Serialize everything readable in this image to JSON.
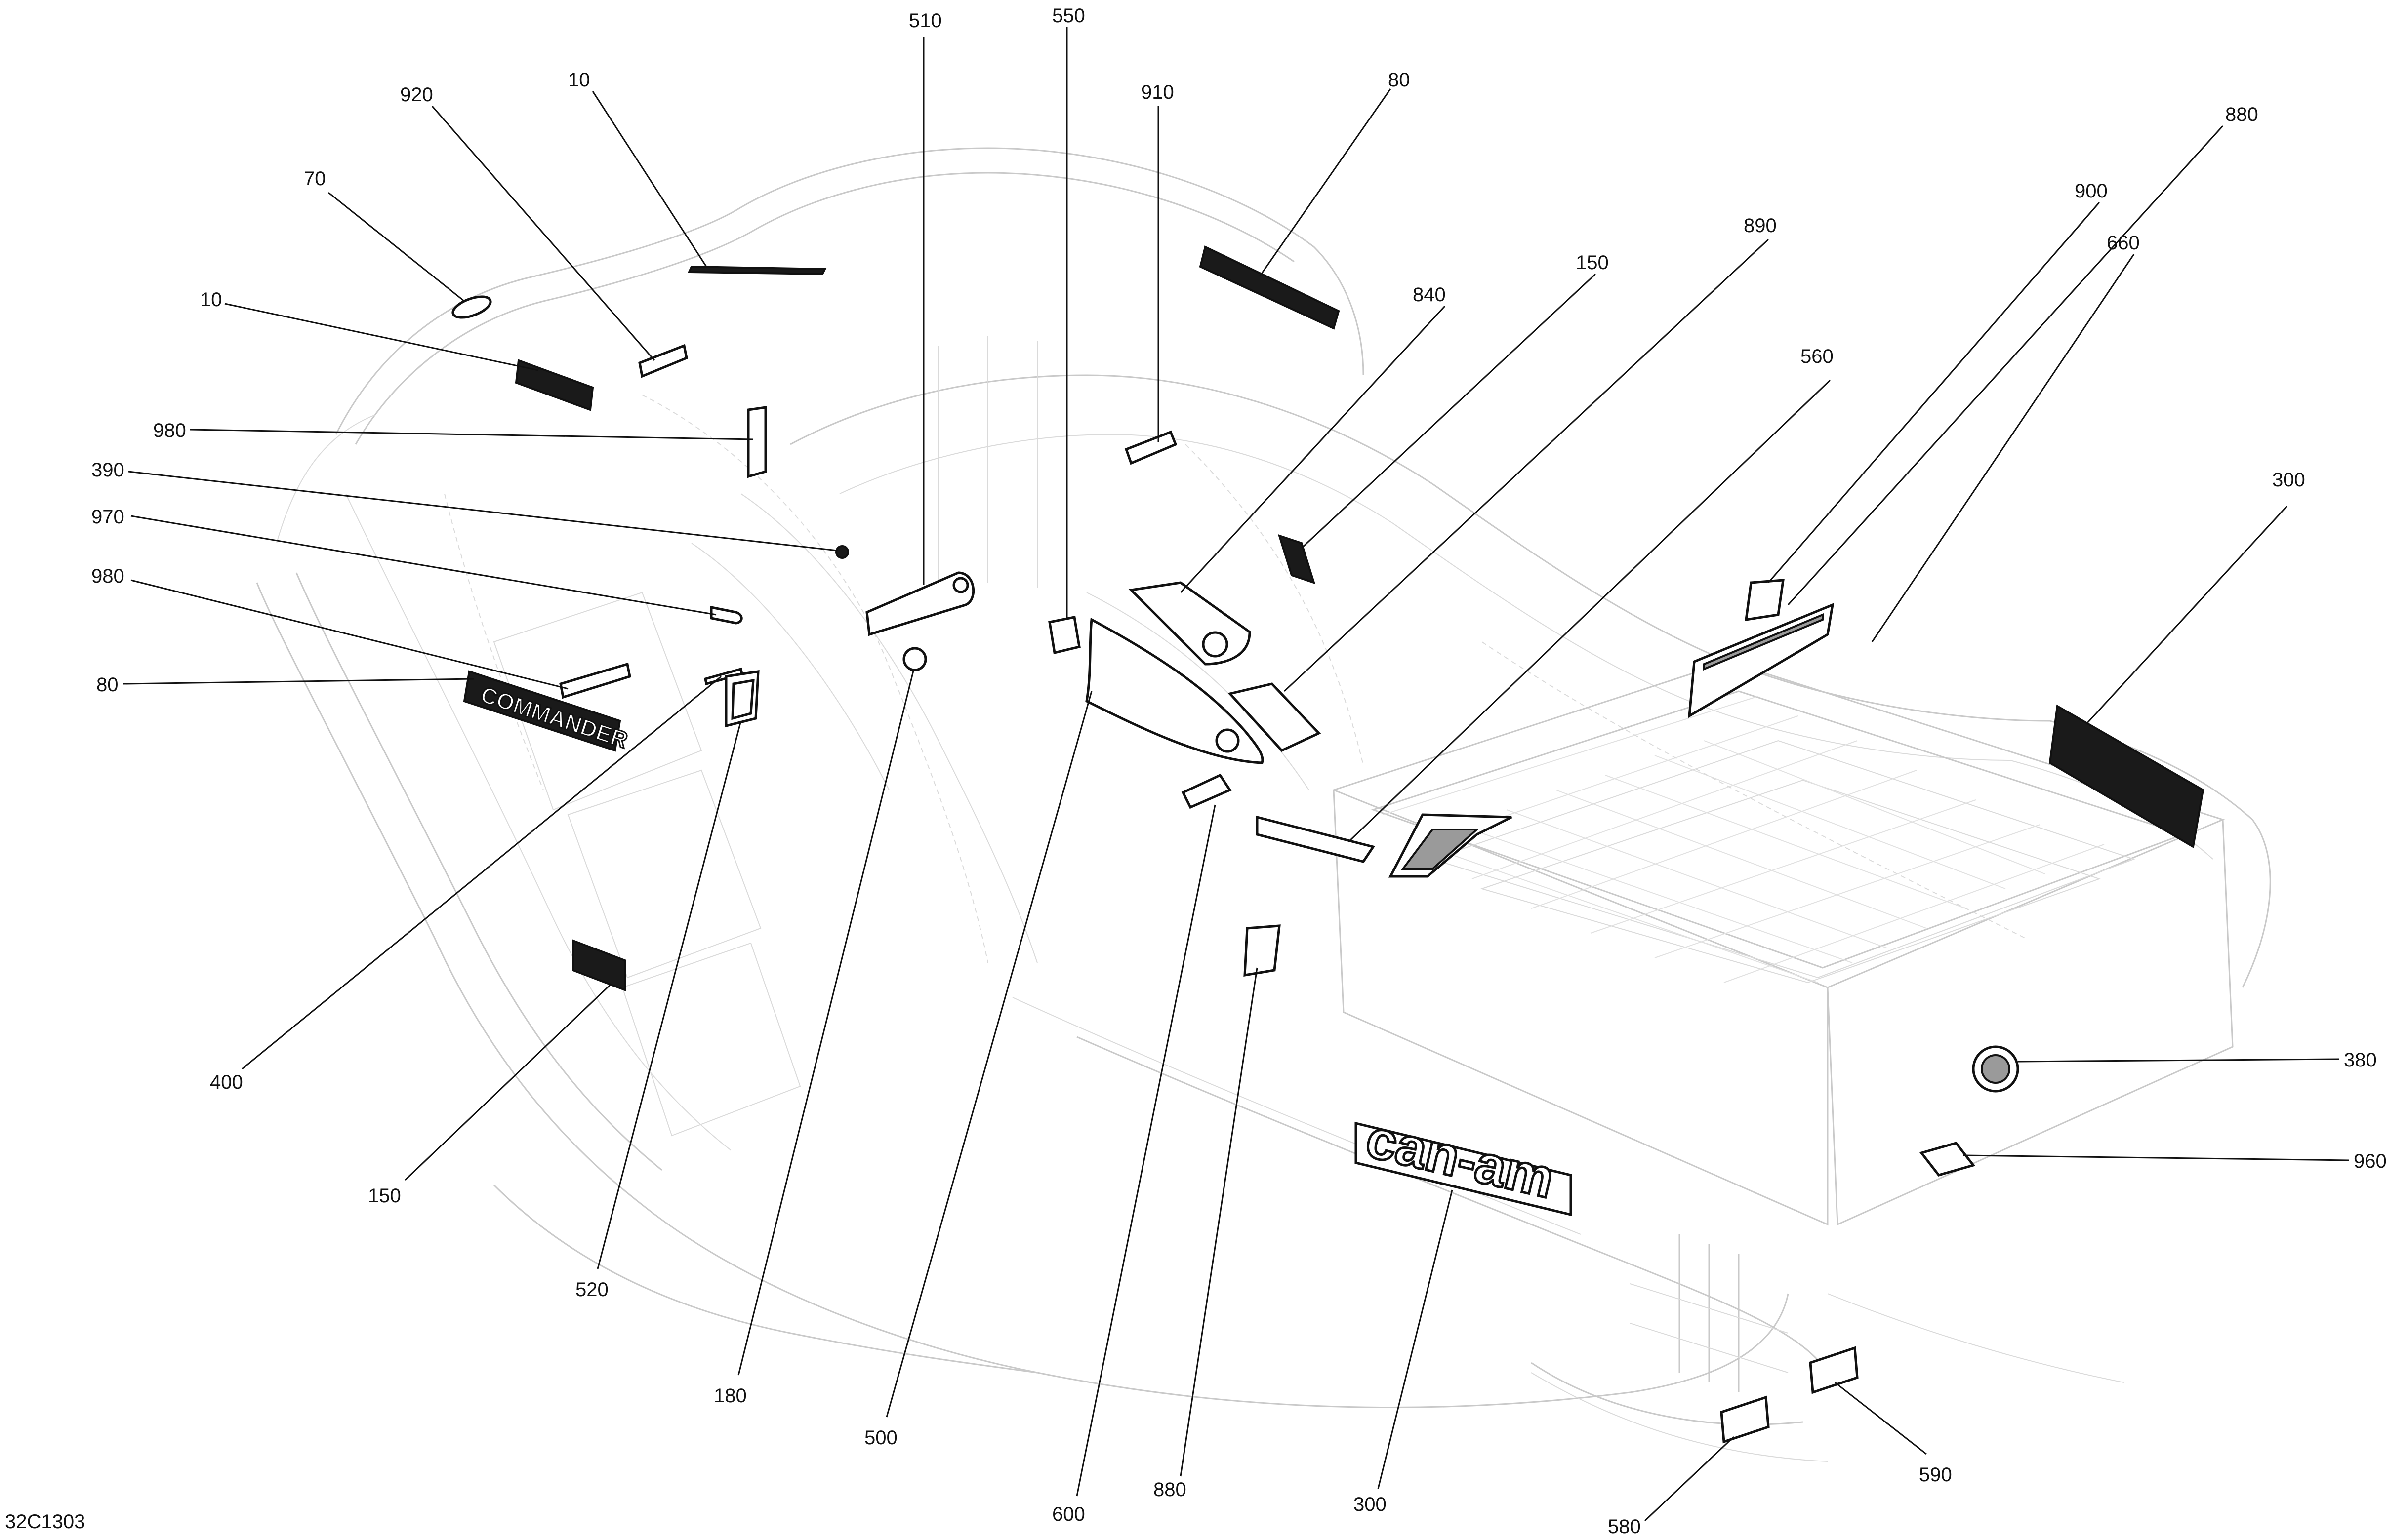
{
  "diagram_code": "32C1303",
  "brand_logos": {
    "can_am": "can-am",
    "commander": "COMMANDER"
  },
  "callouts": [
    {
      "id": "c510",
      "text": "510"
    },
    {
      "id": "c550",
      "text": "550"
    },
    {
      "id": "c910",
      "text": "910"
    },
    {
      "id": "c80a",
      "text": "80"
    },
    {
      "id": "c880a",
      "text": "880"
    },
    {
      "id": "c10a",
      "text": "10"
    },
    {
      "id": "c920",
      "text": "920"
    },
    {
      "id": "c70",
      "text": "70"
    },
    {
      "id": "c900",
      "text": "900"
    },
    {
      "id": "c890",
      "text": "890"
    },
    {
      "id": "c150a",
      "text": "150"
    },
    {
      "id": "c660",
      "text": "660"
    },
    {
      "id": "c10b",
      "text": "10"
    },
    {
      "id": "c840",
      "text": "840"
    },
    {
      "id": "c560",
      "text": "560"
    },
    {
      "id": "c980a",
      "text": "980"
    },
    {
      "id": "c390",
      "text": "390"
    },
    {
      "id": "c300a",
      "text": "300"
    },
    {
      "id": "c970",
      "text": "970"
    },
    {
      "id": "c980b",
      "text": "980"
    },
    {
      "id": "c80b",
      "text": "80"
    },
    {
      "id": "c400",
      "text": "400"
    },
    {
      "id": "c380",
      "text": "380"
    },
    {
      "id": "c150b",
      "text": "150"
    },
    {
      "id": "c960",
      "text": "960"
    },
    {
      "id": "c520",
      "text": "520"
    },
    {
      "id": "c180",
      "text": "180"
    },
    {
      "id": "c500",
      "text": "500"
    },
    {
      "id": "c600",
      "text": "600"
    },
    {
      "id": "c880b",
      "text": "880"
    },
    {
      "id": "c300b",
      "text": "300"
    },
    {
      "id": "c590",
      "text": "590"
    },
    {
      "id": "c580",
      "text": "580"
    }
  ]
}
